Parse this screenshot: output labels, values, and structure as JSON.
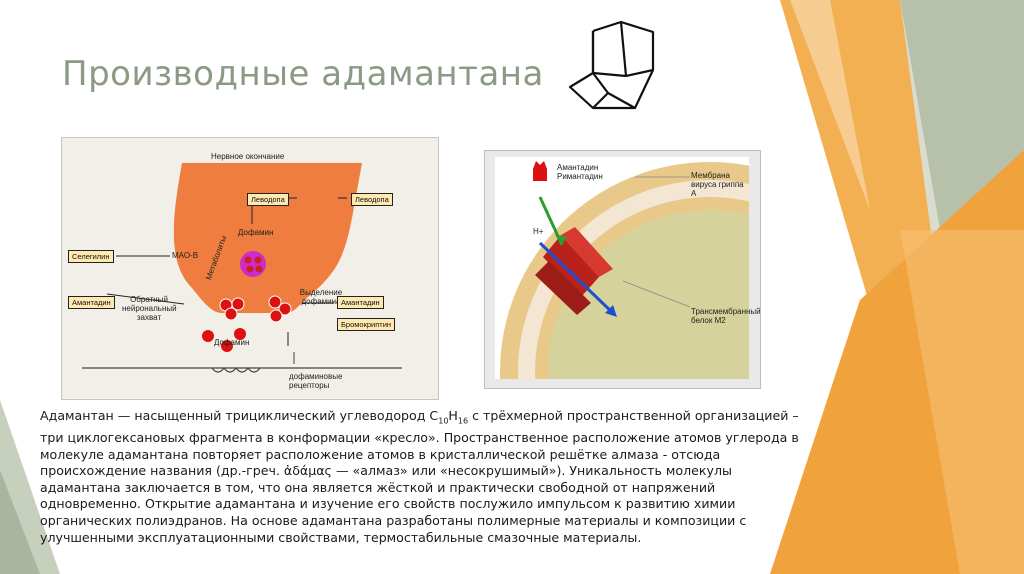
{
  "slide": {
    "title": "Производные адамантана",
    "colors": {
      "title": "#8c9a83",
      "accent_orange": "#f0a23c",
      "accent_green": "#a7b29a"
    }
  },
  "figure_left": {
    "top_label": "Нервное окончание",
    "boxes": {
      "levodopa_inner": "Леводопа",
      "levodopa_outer": "Леводопа",
      "selegilin": "Селегилин",
      "amantadin_left": "Амантадин",
      "amantadin_right": "Амантадин",
      "bromocriptin": "Бромокриптин"
    },
    "labels": {
      "dofamin_inner": "Дофамин",
      "mao": "МАО-В",
      "metabolites": "Метаболиты",
      "reuptake": "Обратный нейрональный захват",
      "release": "Выделение дофамина",
      "dofamin_cleft": "Дофамин",
      "receptors": "дофаминовые рецепторы"
    }
  },
  "figure_right": {
    "drug_label": "Амантадин Римантадин",
    "membrane_label": "Мембрана вируса гриппа А",
    "proton_label": "H+",
    "protein_label": "Трансмембранный белок M2"
  },
  "body": {
    "p1": "Адамантан — насыщенный трициклический углеводород C",
    "sub1": "10",
    "p2": "H",
    "sub2": "16",
    "p3": " с трёхмерной пространственной организацией – три циклогексановых фрагмента в конформации «кресло». Пространственное расположение атомов углерода в молекуле адамантана повторяет расположение атомов в кристаллической решётке алмаза - отсюда происхождение названия (др.-греч. ἀδάμας — «алмаз» или «несокрушимый»). Уникальность молекулы адамантана заключается в том, что она является жёсткой и практически свободной от напряжений одновременно. Открытие адамантана и изучение его свойств послужило импульсом к развитию химии органических полиэдранов. На основе адамантана разработаны полимерные материалы и композиции с улучшенными эксплуатационными свойствами, термостабильные смазочные материалы."
  }
}
